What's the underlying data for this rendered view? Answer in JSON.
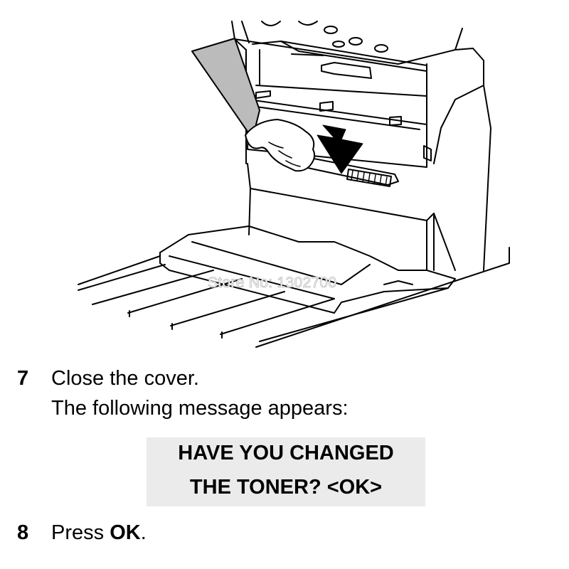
{
  "illustration": {
    "watermark_text": "Store No: 1302700"
  },
  "steps": [
    {
      "number": "7",
      "text": "Close the cover.",
      "subtext": "The following message appears:"
    },
    {
      "number": "8",
      "text_prefix": "Press ",
      "text_bold": "OK",
      "text_suffix": "."
    }
  ],
  "lcd_message": {
    "line1": "HAVE YOU CHANGED",
    "line2": "THE TONER? <OK>"
  }
}
